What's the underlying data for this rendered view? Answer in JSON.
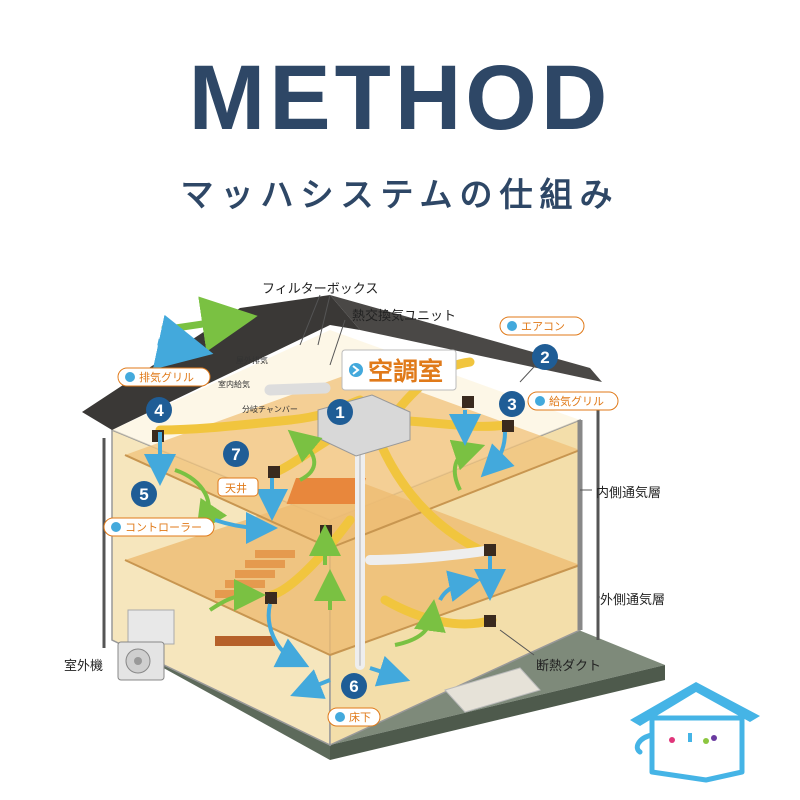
{
  "header": {
    "title": "METHOD",
    "subtitle": "マッハシステムの仕組み"
  },
  "diagram": {
    "callouts": {
      "filter_box": "フィルターボックス",
      "heat_exchange_unit": "熱交換気ユニット",
      "outdoor_exhaust": "屋外排気",
      "indoor_supply": "室内給気",
      "branch_chamber": "分岐チャンバー",
      "inner_air_layer": "内側通気層",
      "outer_air_layer": "外側通気層",
      "insulated_duct": "断熱ダクト",
      "outdoor_unit": "室外機"
    },
    "room": {
      "label": "空調室"
    },
    "markers": [
      {
        "num": "1"
      },
      {
        "num": "2",
        "tag": "エアコン"
      },
      {
        "num": "3",
        "tag": "給気グリル"
      },
      {
        "num": "4",
        "tag": "排気グリル"
      },
      {
        "num": "5",
        "tag": "コントローラー"
      },
      {
        "num": "6",
        "tag": "床下"
      },
      {
        "num": "7",
        "tag": "天井"
      }
    ]
  },
  "colors": {
    "navy": "#2e4766",
    "badge_blue": "#1f5d96",
    "tag_orange": "#e07a1a",
    "duct_yellow": "#f1c53e",
    "arrow_green": "#7ac142",
    "arrow_blue": "#43a9dc",
    "mascot_blue": "#45b4e6"
  }
}
